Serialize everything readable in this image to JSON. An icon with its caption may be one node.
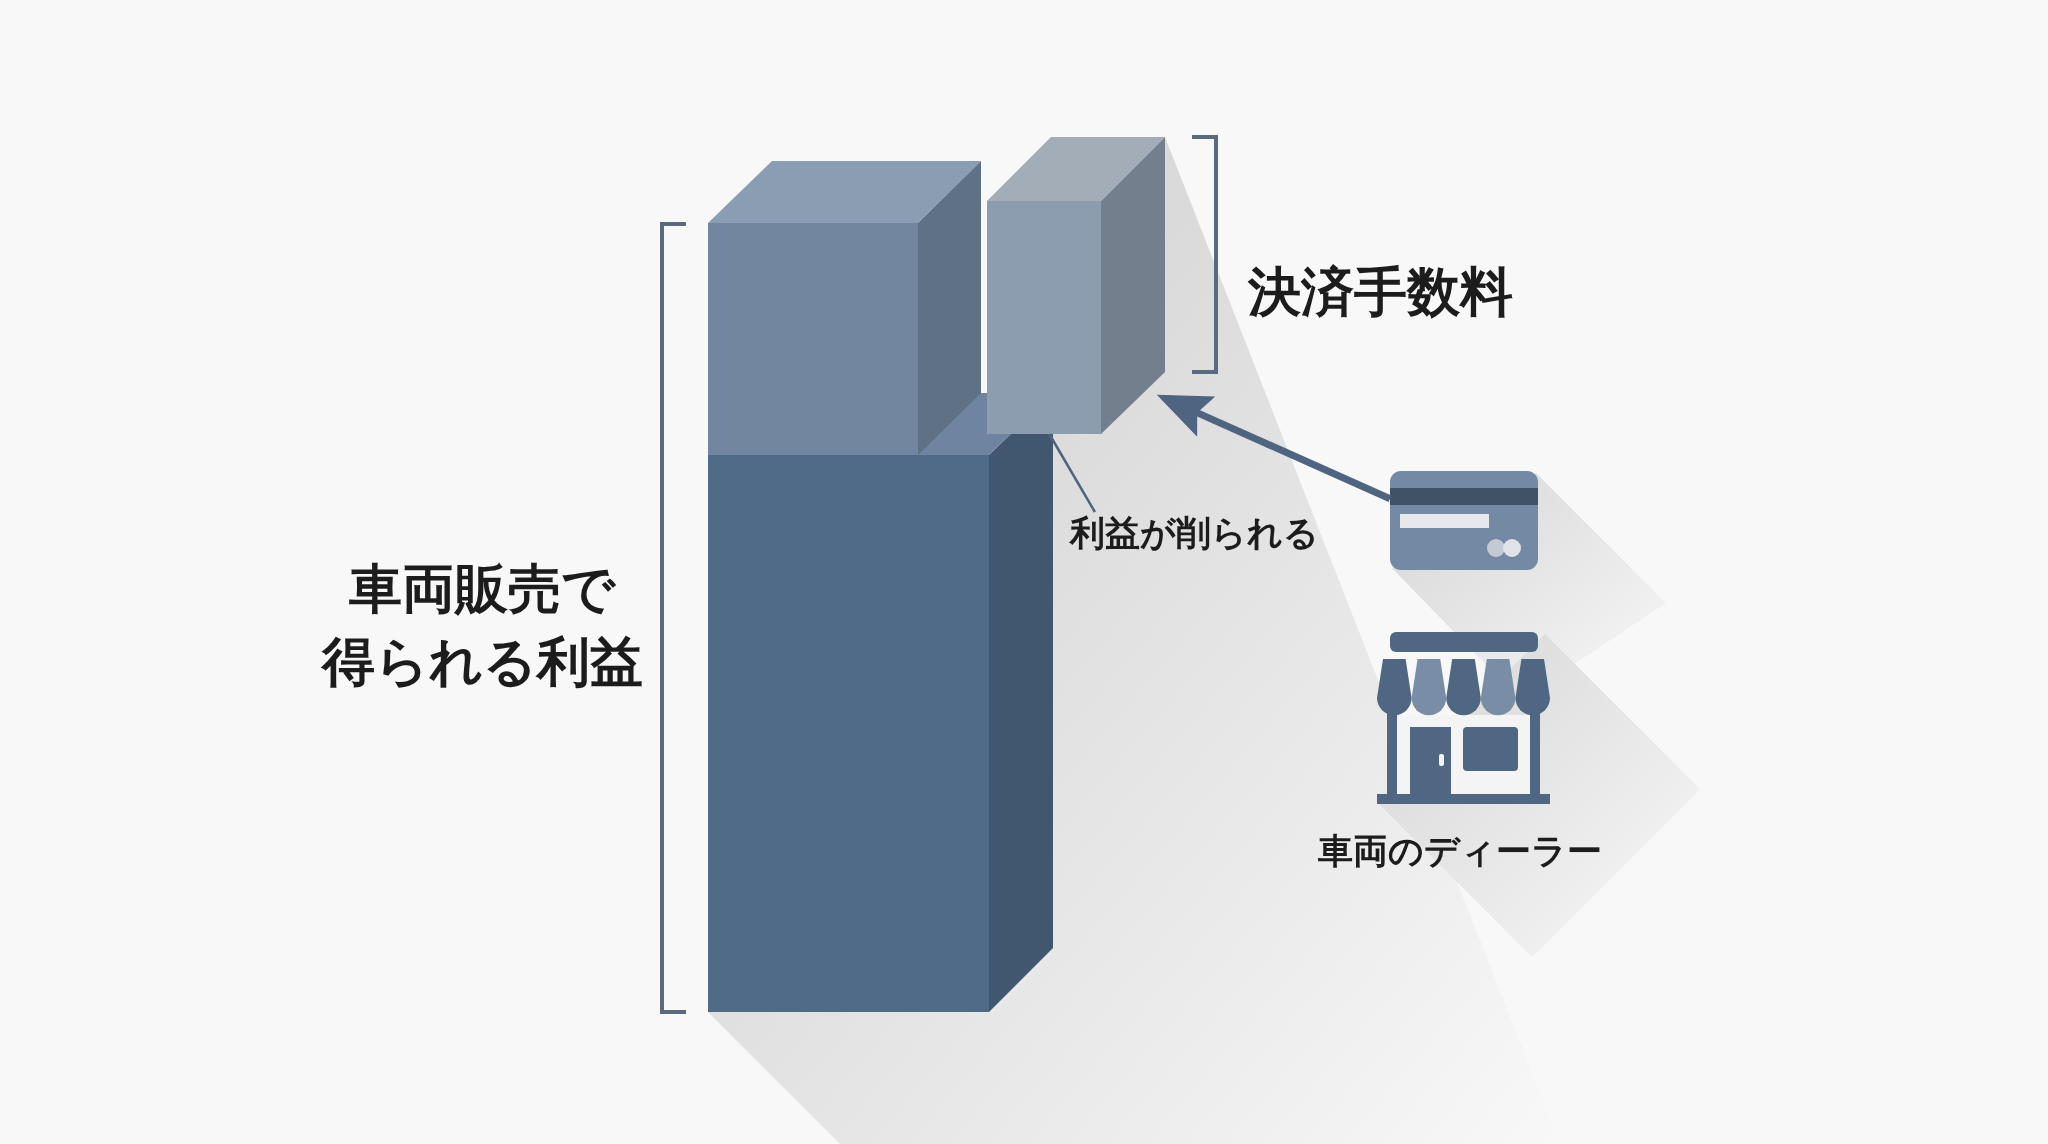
{
  "diagram": {
    "nodes": [
      {
        "text": [],
        "shape": "box"
      },
      {
        "text": [],
        "shape": "picture"
      },
      {
        "text": [
          "利益が削られる"
        ]
      }
    ],
    "edges": [
      {
        "from": 2,
        "to": 0,
        "arrow": "none"
      },
      {
        "from": 1,
        "to": 0,
        "arrow": "to",
        "style": "thick"
      }
    ],
    "labels": [
      "決済手数料",
      "車両販売で得られる利益",
      "車両のディーラー"
    ]
  }
}
